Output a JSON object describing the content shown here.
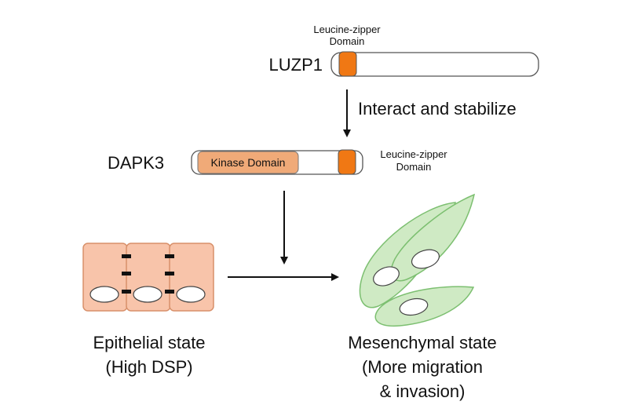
{
  "proteins": {
    "luzp1": {
      "name": "LUZP1",
      "domain_label_line1": "Leucine-zipper",
      "domain_label_line2": "Domain"
    },
    "dapk3": {
      "name": "DAPK3",
      "kinase_label": "Kinase Domain",
      "domain_label_line1": "Leucine-zipper",
      "domain_label_line2": "Domain"
    }
  },
  "interaction_label": "Interact and stabilize",
  "states": {
    "epithelial": {
      "line1": "Epithelial state",
      "line2": "(High DSP)"
    },
    "mesenchymal": {
      "line1": "Mesenchymal state",
      "line2": "(More migration",
      "line3": "& invasion)"
    }
  },
  "colors": {
    "domain_orange": "#f07814",
    "kinase_fill": "#f0aa78",
    "epithelial_fill": "#f8c4aa",
    "epithelial_stroke": "#d8906a",
    "mesenchymal_fill": "#cfeac4",
    "mesenchymal_stroke": "#7cbf70",
    "junction": "#111111",
    "arrow": "#111111"
  }
}
